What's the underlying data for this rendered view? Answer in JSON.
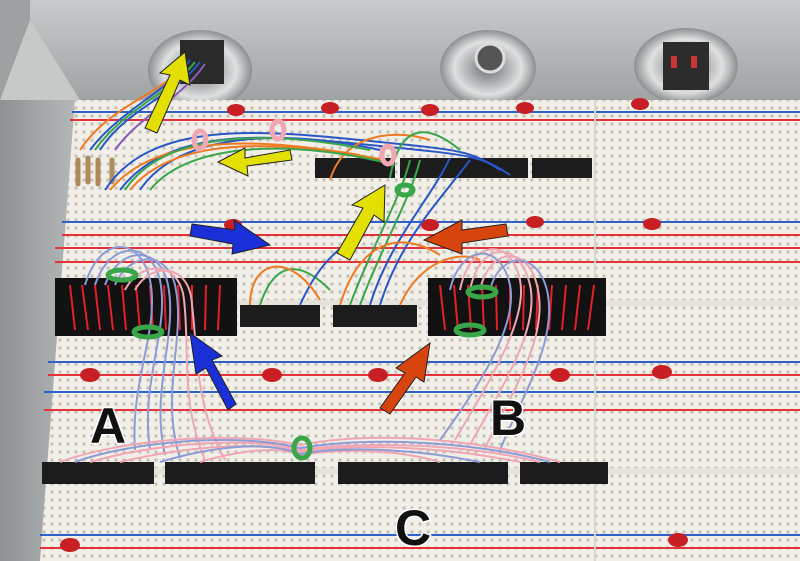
{
  "labels": {
    "a": "A",
    "b": "B",
    "c": "C"
  },
  "arrows": [
    {
      "name": "yellow-arrow-to-connector",
      "color": "#e3e000"
    },
    {
      "name": "yellow-arrow-left",
      "color": "#e3e000"
    },
    {
      "name": "yellow-arrow-up-center",
      "color": "#e3e000"
    },
    {
      "name": "blue-arrow-right",
      "color": "#1b2fd6"
    },
    {
      "name": "blue-arrow-up",
      "color": "#1b2fd6"
    },
    {
      "name": "orange-arrow-left",
      "color": "#d8440e"
    },
    {
      "name": "orange-arrow-up",
      "color": "#d8440e"
    }
  ],
  "colors": {
    "aluminum": "#b9bcbc",
    "breadboard": "#f2f0e8",
    "rail_red": "#e6303a",
    "rail_blue": "#2e62c9",
    "wire_blue": "#2a57c8",
    "wire_orange": "#f07a22",
    "wire_green": "#3aa64a",
    "wire_pink": "#f0a7b3",
    "chip": "#1c1c1c",
    "socket_red": "#e3202a"
  }
}
